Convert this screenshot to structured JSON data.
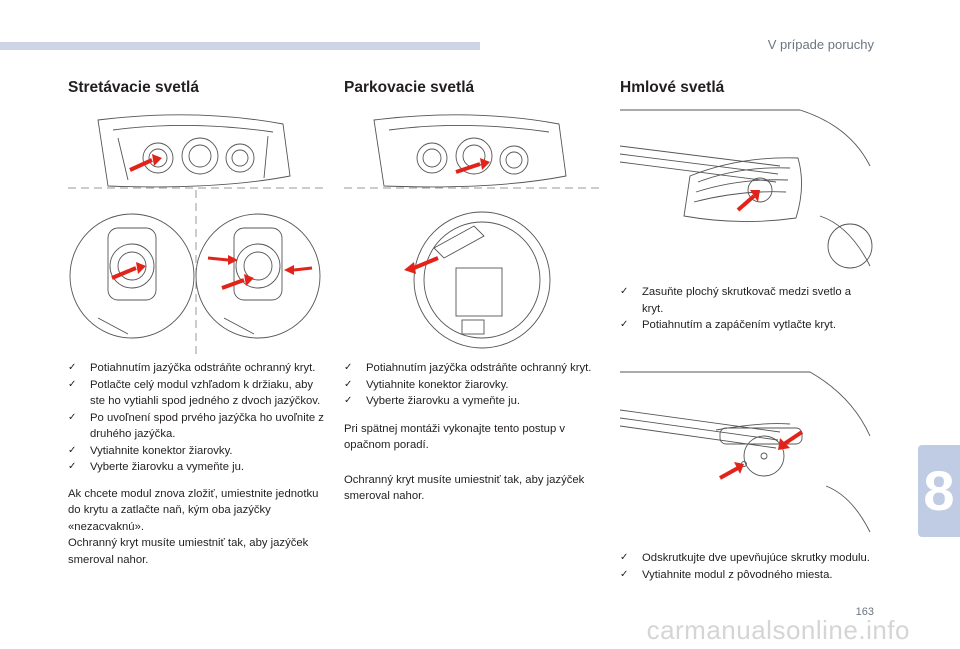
{
  "header": {
    "section": "V prípade poruchy"
  },
  "columns": [
    {
      "title": "Stretávacie svetlá",
      "bullet_mark": "✓",
      "bullets": [
        "Potiahnutím jazýčka odstráňte ochranný kryt.",
        "Potlačte celý modul vzhľadom k držiaku, aby ste ho vytiahli spod jedného z dvoch jazýčkov.",
        "Po uvoľnení spod prvého jazýčka ho uvoľnite z druhého jazýčka.",
        "Vytiahnite konektor žiarovky.",
        "Vyberte žiarovku a vymeňte ju."
      ],
      "paragraphs": [
        "Ak chcete modul znova zložiť, umiestnite jednotku do krytu a zatlačte naň, kým oba jazýčky «nezacvaknú».",
        "Ochranný kryt musíte umiestniť tak, aby jazýček smeroval nahor."
      ]
    },
    {
      "title": "Parkovacie svetlá",
      "bullets": [
        "Potiahnutím jazýčka odstráňte ochranný kryt.",
        "Vytiahnite konektor žiarovky.",
        "Vyberte žiarovku a vymeňte ju."
      ],
      "paragraphs": [
        "Pri spätnej montáži vykonajte tento postup v opačnom poradí.",
        "Ochranný kryt musíte umiestniť tak, aby jazýček smeroval nahor."
      ]
    },
    {
      "title": "Hmlové svetlá",
      "bullets_a": [
        "Zasuňte plochý skrutkovač medzi svetlo a kryt.",
        "Potiahnutím a zapáčením vytlačte kryt."
      ],
      "bullets_b": [
        "Odskrutkujte dve upevňujúce skrutky modulu.",
        "Vytiahnite modul z pôvodného miesta."
      ]
    }
  ],
  "chapter": {
    "number": "8"
  },
  "page": {
    "number": "163"
  },
  "watermark": "carmanualsonline.info",
  "colors": {
    "accent": "#c0cce3",
    "arrow": "#e2231a",
    "line": "#555555"
  },
  "icons": {
    "bullet": "check-box-icon"
  }
}
